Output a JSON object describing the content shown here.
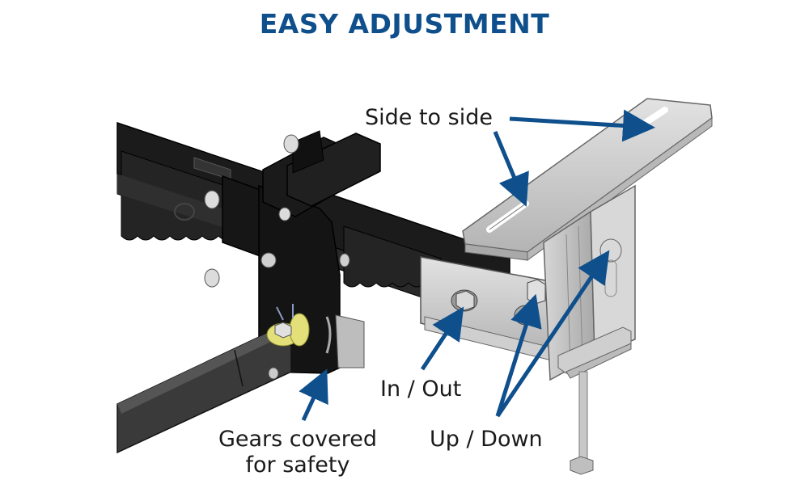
{
  "title": "EASY ADJUSTMENT",
  "accent_color": "#0e4f8c",
  "callouts": {
    "side_to_side": "Side to side",
    "in_out": "In / Out",
    "up_down": "Up / Down",
    "gears_line1": "Gears covered",
    "gears_line2": "for safety"
  },
  "parts": [
    {
      "name": "black-receiver-bar",
      "color": "#1c1c1c"
    },
    {
      "name": "steel-slotted-bracket",
      "color": "#c9c9c9"
    },
    {
      "name": "tow-arm",
      "color": "#3a3a3a"
    },
    {
      "name": "yellow-washer",
      "color": "#e3e07a"
    }
  ]
}
